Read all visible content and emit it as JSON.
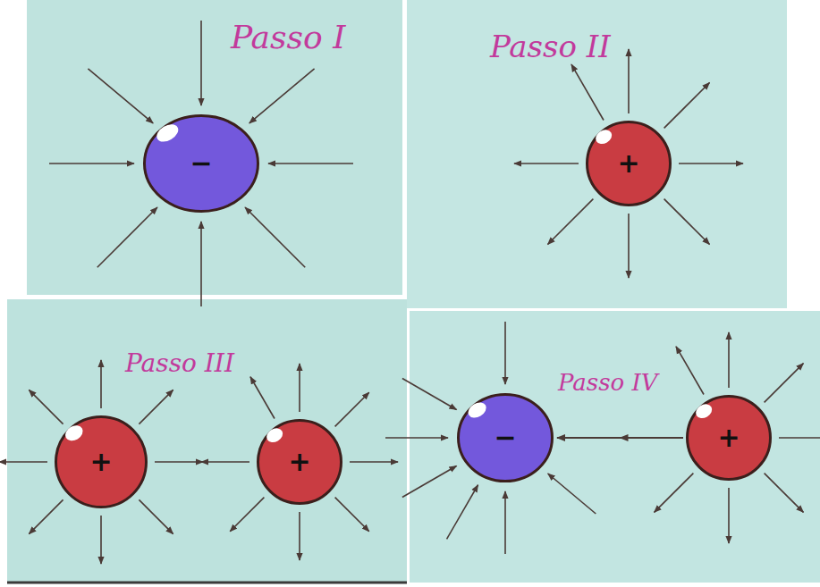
{
  "diagram": {
    "nodes": [
      {
        "text": [
          "−"
        ]
      },
      {
        "text": [
          "+"
        ]
      },
      {
        "text": [
          "+"
        ]
      },
      {
        "text": [
          "+"
        ]
      },
      {
        "text": [
          "−"
        ]
      },
      {
        "text": [
          "+"
        ]
      }
    ],
    "edges": [
      {
        "from": 5,
        "to": 4,
        "arrow": "to"
      }
    ],
    "labels": [
      "Passo I",
      "Passo II",
      "Passo III",
      "Passo IV"
    ]
  }
}
